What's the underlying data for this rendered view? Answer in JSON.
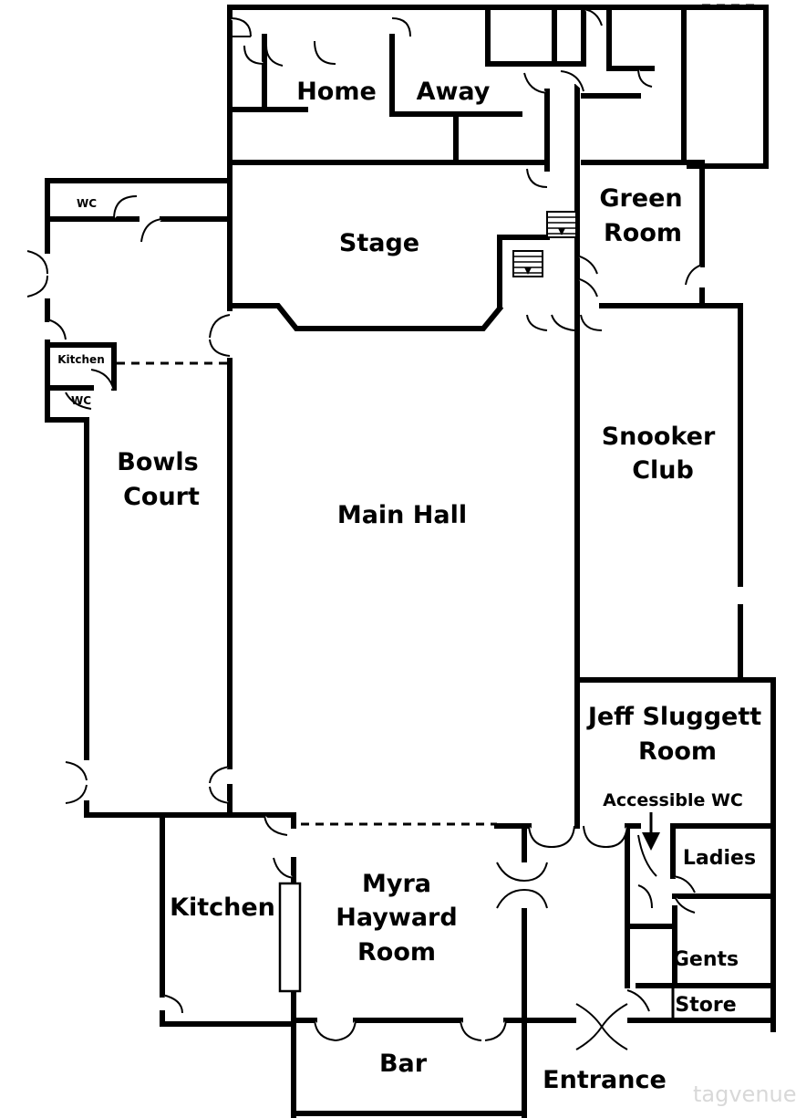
{
  "rooms": {
    "home": "Home",
    "away": "Away",
    "stage": "Stage",
    "green_room": [
      "Green",
      "Room"
    ],
    "wc_top": "WC",
    "kitchen_small": "Kitchen",
    "wc_small": "WC",
    "bowls_court": [
      "Bowls",
      "Court"
    ],
    "main_hall": "Main Hall",
    "snooker_club": [
      "Snooker",
      "Club"
    ],
    "jeff_sluggett_room": [
      "Jeff Sluggett",
      "Room"
    ],
    "accessible_wc": "Accessible WC",
    "ladies": "Ladies",
    "gents": "Gents",
    "store": "Store",
    "kitchen": "Kitchen",
    "myra_hayward_room": [
      "Myra",
      "Hayward",
      "Room"
    ],
    "bar": "Bar",
    "entrance": "Entrance"
  },
  "watermark": "tagvenue"
}
